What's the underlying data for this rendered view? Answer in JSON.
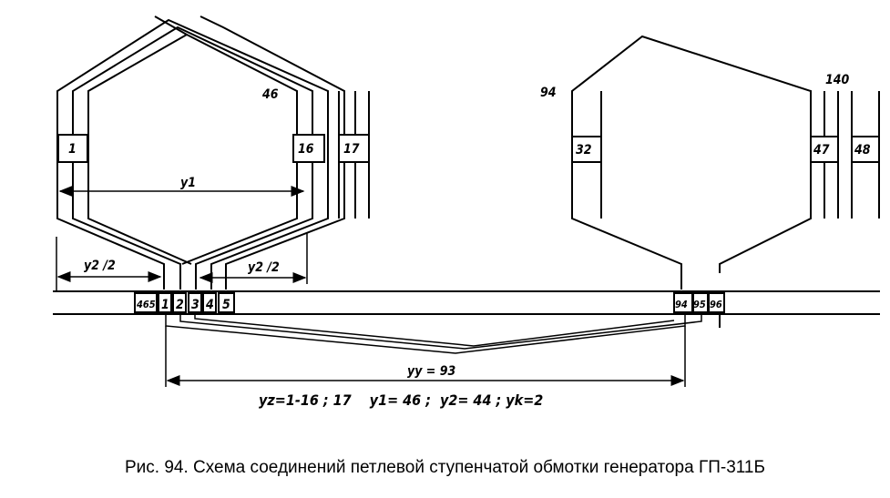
{
  "coil_labels": {
    "c1": "1",
    "c16": "16",
    "c17": "17",
    "c32": "32",
    "c47": "47",
    "c48": "48"
  },
  "turn_labels": {
    "t46": "46",
    "t94": "94",
    "t140": "140"
  },
  "slot_labels": [
    "465",
    "1",
    "2",
    "3",
    "4",
    "5",
    "94",
    "95",
    "96"
  ],
  "dimensions": {
    "y1": "y1",
    "y2_half_left": "y2 /2",
    "y2_half_right": "y2 /2",
    "yy": "yy = 93"
  },
  "formula": "yz=1-16 ; 17    y1= 46 ;  y2= 44 ; yk=2",
  "caption": "Рис. 94. Схема соединений петлевой ступенчатой обмотки генератора ГП-311Б"
}
